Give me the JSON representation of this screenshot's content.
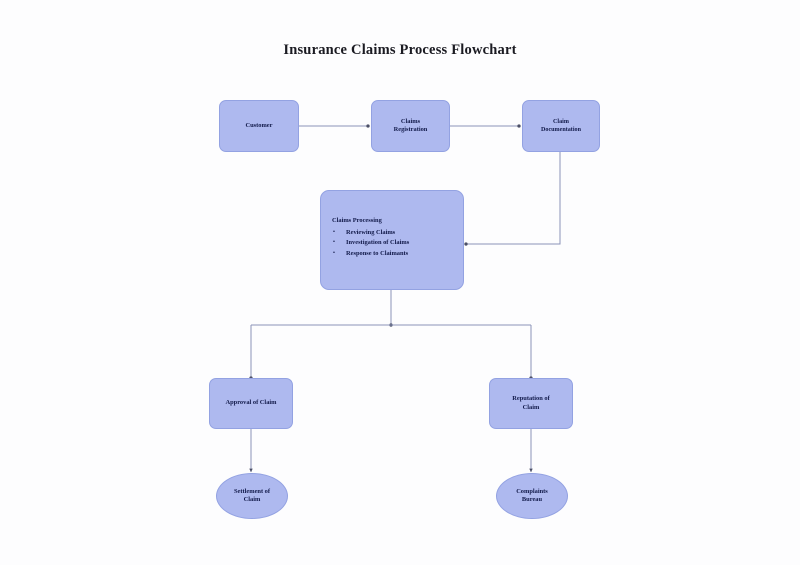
{
  "title": "Insurance Claims Process Flowchart",
  "theme": {
    "node_fill": "#aeb9ef",
    "node_border": "#93a2e2",
    "node_text": "#121a4a",
    "connector": "#8a93b8",
    "background": "#fdfdfe",
    "title_color": "#1b1b22"
  },
  "nodes": {
    "customer": {
      "label": "Customer",
      "shape": "rounded-rect"
    },
    "claims_registration": {
      "label": "Claims\nRegistration",
      "line1": "Claims",
      "line2": "Registration",
      "shape": "rounded-rect"
    },
    "claim_documentation": {
      "label": "Claim\nDocumentation",
      "line1": "Claim",
      "line2": "Documentation",
      "shape": "rounded-rect"
    },
    "claims_processing": {
      "heading": "Claims Processing",
      "shape": "rounded-rect",
      "bullet_glyph": "•",
      "items": [
        "Reviewing Claims",
        "Investigation of Claims",
        "Response to Claimants"
      ]
    },
    "approval_of_claim": {
      "label": "Approval of Claim",
      "shape": "rounded-rect"
    },
    "reputation_of_claim": {
      "label": "Reputation of\nClaim",
      "line1": "Reputation of",
      "line2": "Claim",
      "shape": "rounded-rect"
    },
    "settlement_of_claim": {
      "label": "Settlement of\nClaim",
      "line1": "Settlement of",
      "line2": "Claim",
      "shape": "ellipse"
    },
    "complaints_bureau": {
      "label": "Complaints\nBureau",
      "line1": "Complaints",
      "line2": "Bureau",
      "shape": "ellipse"
    }
  },
  "edges": [
    {
      "from": "customer",
      "to": "claims_registration"
    },
    {
      "from": "claims_registration",
      "to": "claim_documentation"
    },
    {
      "from": "claim_documentation",
      "to": "claims_processing"
    },
    {
      "from": "claims_processing",
      "to": "approval_of_claim"
    },
    {
      "from": "claims_processing",
      "to": "reputation_of_claim"
    },
    {
      "from": "approval_of_claim",
      "to": "settlement_of_claim"
    },
    {
      "from": "reputation_of_claim",
      "to": "complaints_bureau"
    }
  ]
}
